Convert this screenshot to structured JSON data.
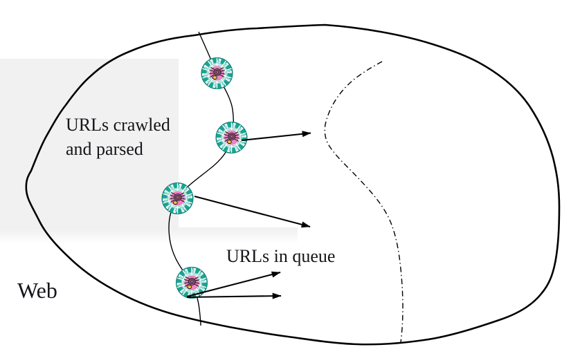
{
  "figure": {
    "labels": {
      "crawled": {
        "lines": [
          "URLs crawled",
          "and parsed"
        ]
      },
      "queue": "URLs in queue",
      "web": "Web"
    },
    "icons": {
      "spider": "spider-web-icon",
      "spider_count": "4"
    },
    "colors": {
      "background": "#ffffff",
      "outline": "#000000",
      "crawled_region_fill": "#f2f1f1",
      "icon_teal": "#1ba393",
      "icon_teal_dark": "#0c7f73",
      "icon_teal_light": "#86d8cd",
      "icon_web_base": "#eef9f7",
      "icon_pink": "#f184c6",
      "icon_pink_edge": "#cc5ba3",
      "icon_yellow": "#eac73d",
      "spider_body": "#161616",
      "text": "#15151a"
    }
  }
}
